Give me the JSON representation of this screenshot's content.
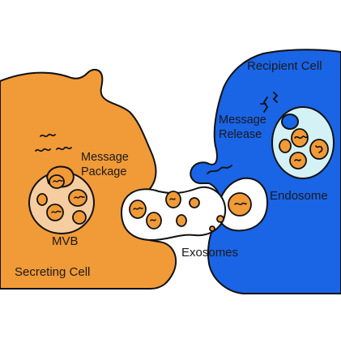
{
  "labels": {
    "recipient_cell": "Recipient Cell",
    "message_release_1": "Message",
    "message_release_2": "Release",
    "message_package_1": "Message",
    "message_package_2": "Package",
    "endosome": "Endosome",
    "mvb": "MVB",
    "exosomes": "Exosomes",
    "secreting_cell": "Secreting Cell"
  },
  "colors": {
    "secreting_cell_fill": "#f19a38",
    "recipient_cell_fill": "#1a64e6",
    "vesicle_fill": "#f6cda0",
    "exosome_fill": "#f19a38",
    "endosome_fill": "#d4f2f6",
    "outline": "#111111"
  }
}
